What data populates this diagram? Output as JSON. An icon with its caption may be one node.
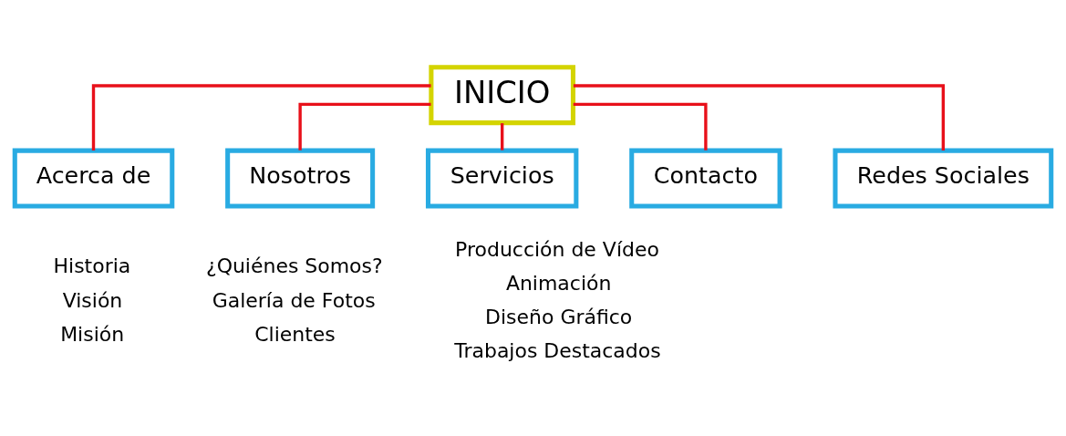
{
  "diagram": {
    "nodes": [
      {
        "text": [
          "INICIO"
        ]
      },
      {
        "text": [
          "Acerca de"
        ],
        "beside": [
          "Historia",
          "Visión",
          "Misión"
        ]
      },
      {
        "text": [
          "Nosotros"
        ],
        "beside": [
          "¿Quiénes Somos?",
          "Galería de Fotos",
          "Clientes"
        ]
      },
      {
        "text": [
          "Servicios"
        ],
        "beside": [
          "Producción de Vídeo",
          "Animación",
          "Diseño Gráfico",
          "Trabajos Destacados"
        ]
      },
      {
        "text": [
          "Contacto"
        ]
      },
      {
        "text": [
          "Redes Sociales"
        ]
      }
    ],
    "edges": [
      {
        "from": 0,
        "to": 1,
        "arrow": "none"
      },
      {
        "from": 0,
        "to": 2,
        "arrow": "none"
      },
      {
        "from": 0,
        "to": 3,
        "arrow": "none"
      },
      {
        "from": 0,
        "to": 4,
        "arrow": "none"
      },
      {
        "from": 0,
        "to": 5,
        "arrow": "none"
      }
    ]
  }
}
